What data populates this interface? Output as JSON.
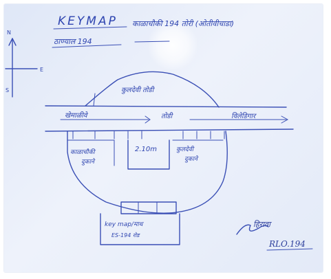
{
  "header": {
    "title": "KEYMAP",
    "title_suffix": "काळाचौकी 194 तोरी (ओतीवीचाडा)",
    "subtitle": "ठाण्याल 194"
  },
  "compass": {
    "north": "N",
    "east": "E",
    "south": "S"
  },
  "map": {
    "hill_label": "कुलदेवी तोडी",
    "road_left_label": "खेमाळीवे",
    "road_center_label": "तोडी",
    "road_right_label": "विलेडिगार",
    "left_block_label_line1": "काळाचौकी",
    "left_block_label_line2": "दुकाने",
    "center_block_label": "2.10m",
    "right_block_label_line1": "कुलदेवी",
    "right_block_label_line2": "दुकाने",
    "bottom_box_label_line1": "key map/माथ",
    "bottom_box_label_line2": "ES-194 रोड"
  },
  "signature": {
    "name": "हिरावा",
    "number": "RLO.194"
  },
  "colors": {
    "ink": "#3a4fb5",
    "paper": "#e5ebf8"
  }
}
